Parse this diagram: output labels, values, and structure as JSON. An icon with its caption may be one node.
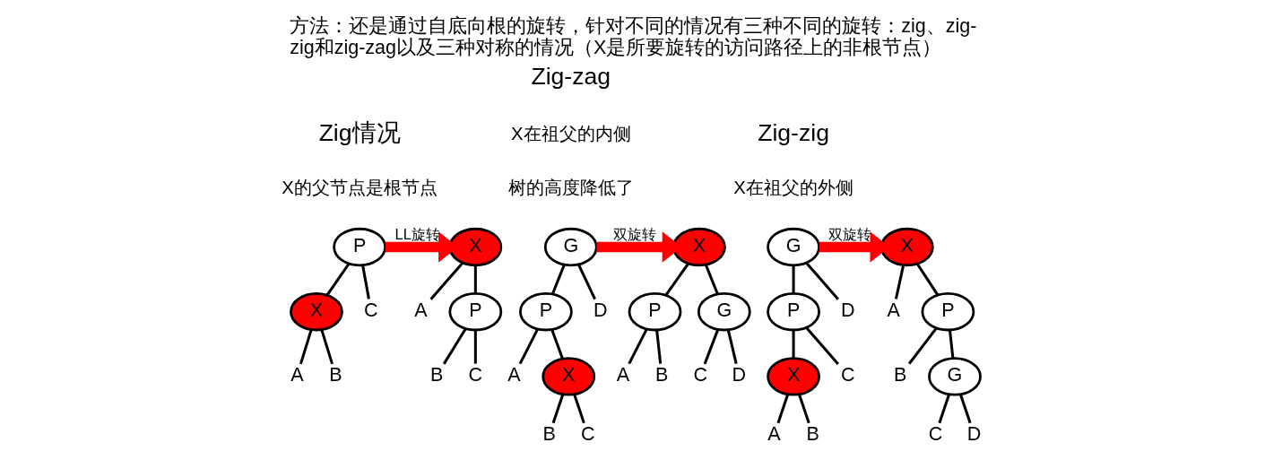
{
  "diagram": {
    "title": "方法：还是通过自底向根的旋转，针对不同的情况有三种不同的旋转：zig、zig-zig和zig-zag以及三种对称的情况（X是所要旋转的访问路径上的非根节点）",
    "nodes": [
      {
        "text": [
          "P"
        ]
      },
      {
        "text": [
          "X"
        ]
      },
      {
        "text": [
          "C"
        ]
      },
      {
        "text": [
          "A"
        ]
      },
      {
        "text": [
          "B"
        ]
      },
      {
        "text": [
          "X"
        ]
      },
      {
        "text": [
          "A"
        ]
      },
      {
        "text": [
          "P"
        ]
      },
      {
        "text": [
          "B"
        ]
      },
      {
        "text": [
          "C"
        ]
      },
      {
        "text": [
          "G"
        ]
      },
      {
        "text": [
          "P"
        ]
      },
      {
        "text": [
          "D"
        ]
      },
      {
        "text": [
          "A"
        ]
      },
      {
        "text": [
          "X"
        ]
      },
      {
        "text": [
          "B"
        ]
      },
      {
        "text": [
          "C"
        ]
      },
      {
        "text": [
          "X"
        ]
      },
      {
        "text": [
          "P"
        ]
      },
      {
        "text": [
          "G"
        ]
      },
      {
        "text": [
          "A"
        ]
      },
      {
        "text": [
          "B"
        ]
      },
      {
        "text": [
          "C"
        ]
      },
      {
        "text": [
          "D"
        ]
      },
      {
        "text": [
          "G"
        ]
      },
      {
        "text": [
          "P"
        ]
      },
      {
        "text": [
          "D"
        ]
      },
      {
        "text": [
          "X"
        ]
      },
      {
        "text": [
          "C"
        ]
      },
      {
        "text": [
          "A"
        ]
      },
      {
        "text": [
          "B"
        ]
      },
      {
        "text": [
          "X"
        ]
      },
      {
        "text": [
          "A"
        ]
      },
      {
        "text": [
          "P"
        ]
      },
      {
        "text": [
          "B"
        ]
      },
      {
        "text": [
          "G"
        ]
      },
      {
        "text": [
          "C"
        ]
      },
      {
        "text": [
          "D"
        ]
      }
    ],
    "edges": [
      {
        "from": 0,
        "to": 1,
        "arrow": "none"
      },
      {
        "from": 0,
        "to": 2,
        "arrow": "none"
      },
      {
        "from": 1,
        "to": 3,
        "arrow": "none"
      },
      {
        "from": 1,
        "to": 4,
        "arrow": "none"
      },
      {
        "from": 0,
        "to": 5,
        "arrow": "to",
        "label": "LL旋转",
        "style": "thick",
        "color": "#ff0000"
      },
      {
        "from": 5,
        "to": 6,
        "arrow": "none"
      },
      {
        "from": 5,
        "to": 7,
        "arrow": "none"
      },
      {
        "from": 7,
        "to": 8,
        "arrow": "none"
      },
      {
        "from": 7,
        "to": 9,
        "arrow": "none"
      },
      {
        "from": 10,
        "to": 11,
        "arrow": "none"
      },
      {
        "from": 10,
        "to": 12,
        "arrow": "none"
      },
      {
        "from": 11,
        "to": 13,
        "arrow": "none"
      },
      {
        "from": 11,
        "to": 14,
        "arrow": "none"
      },
      {
        "from": 14,
        "to": 15,
        "arrow": "none"
      },
      {
        "from": 14,
        "to": 16,
        "arrow": "none"
      },
      {
        "from": 10,
        "to": 17,
        "arrow": "to",
        "label": "双旋转",
        "style": "thick",
        "color": "#ff0000"
      },
      {
        "from": 17,
        "to": 18,
        "arrow": "none"
      },
      {
        "from": 17,
        "to": 19,
        "arrow": "none"
      },
      {
        "from": 18,
        "to": 20,
        "arrow": "none"
      },
      {
        "from": 18,
        "to": 21,
        "arrow": "none"
      },
      {
        "from": 19,
        "to": 22,
        "arrow": "none"
      },
      {
        "from": 19,
        "to": 23,
        "arrow": "none"
      },
      {
        "from": 24,
        "to": 25,
        "arrow": "none"
      },
      {
        "from": 24,
        "to": 26,
        "arrow": "none"
      },
      {
        "from": 25,
        "to": 27,
        "arrow": "none"
      },
      {
        "from": 25,
        "to": 28,
        "arrow": "none"
      },
      {
        "from": 27,
        "to": 29,
        "arrow": "none"
      },
      {
        "from": 27,
        "to": 30,
        "arrow": "none"
      },
      {
        "from": 24,
        "to": 31,
        "arrow": "to",
        "label": "双旋转",
        "style": "thick",
        "color": "#ff0000"
      },
      {
        "from": 31,
        "to": 32,
        "arrow": "none"
      },
      {
        "from": 31,
        "to": 33,
        "arrow": "none"
      },
      {
        "from": 33,
        "to": 34,
        "arrow": "none"
      },
      {
        "from": 33,
        "to": 35,
        "arrow": "none"
      },
      {
        "from": 35,
        "to": 36,
        "arrow": "none"
      },
      {
        "from": 35,
        "to": 37,
        "arrow": "none"
      }
    ],
    "labels": [
      "Zig情况",
      "X的父节点是根节点",
      "Zig-zag",
      "X在祖父的内侧",
      "树的高度降低了",
      "Zig-zig",
      "X在祖父的外侧"
    ]
  }
}
